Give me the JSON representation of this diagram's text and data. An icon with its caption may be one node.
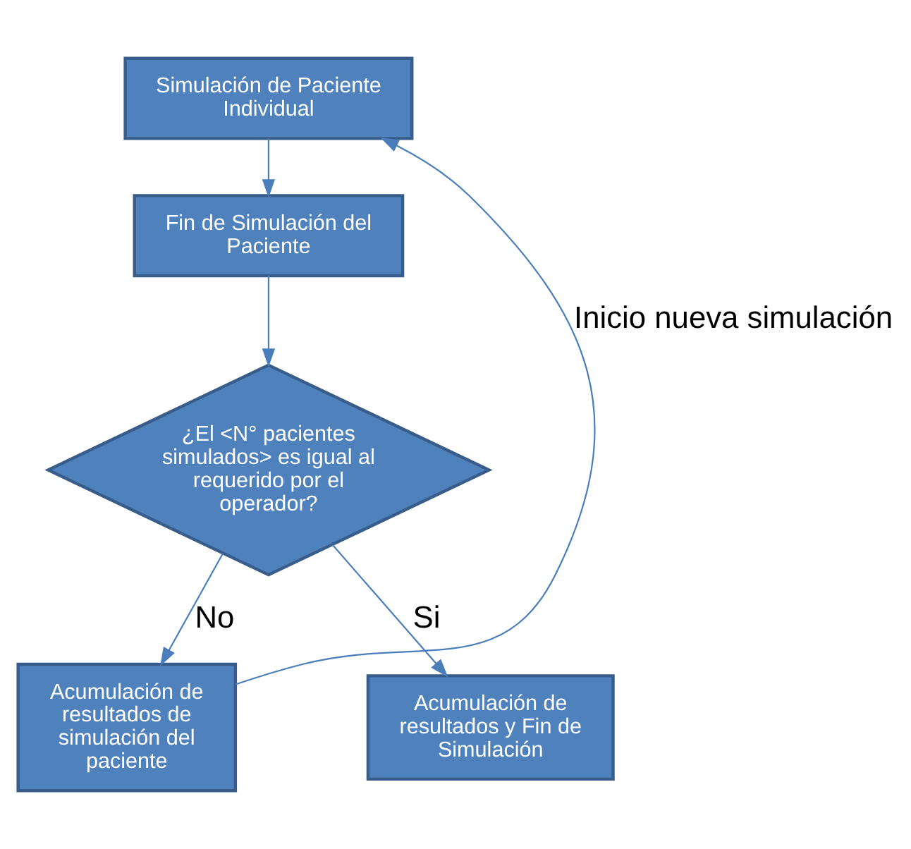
{
  "diagram": {
    "nodes": [
      {
        "text": [
          "Simulación de Paciente Individual"
        ]
      },
      {
        "text": [
          "Fin de Simulación del Paciente"
        ]
      },
      {
        "text": [
          "¿El <N° pacientes simulados> es igual al requerido por el operador?"
        ]
      },
      {
        "text": [
          "Acumulación de resultados de simulación del paciente"
        ]
      },
      {
        "text": [
          "Acumulación de resultados y Fin de Simulación"
        ]
      }
    ],
    "edges": [
      {
        "from": 0,
        "to": 1,
        "arrow": "to"
      },
      {
        "from": 1,
        "to": 2,
        "arrow": "to"
      },
      {
        "from": 2,
        "to": 3,
        "arrow": "to",
        "label": "No"
      },
      {
        "from": 2,
        "to": 4,
        "arrow": "to",
        "label": "Si"
      },
      {
        "from": 3,
        "to": 0,
        "arrow": "to",
        "label": "Inicio nueva simulación"
      }
    ]
  }
}
